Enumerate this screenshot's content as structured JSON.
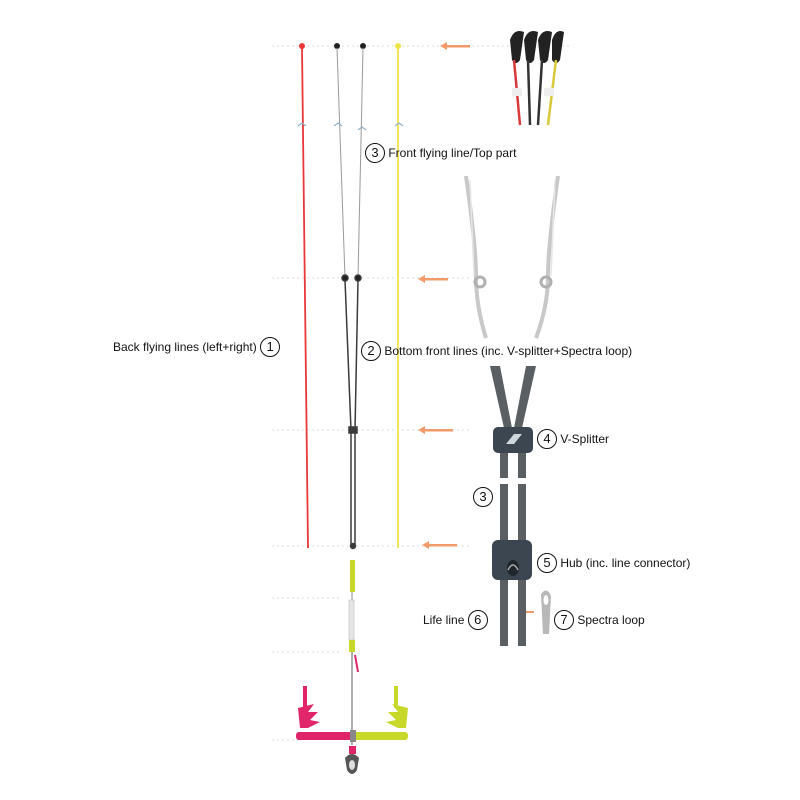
{
  "colors": {
    "back_line": "#e8383a",
    "front_line": "#9a9a9a",
    "front_bottom": "#3a3a3a",
    "safety_line": "#efe24a",
    "bar_pink": "#e0256b",
    "bar_lime": "#c8d82a",
    "guide": "#dddddd",
    "arrow": "#f39a6a",
    "component": "#3b4650",
    "strap": "#5a5f64",
    "rope": "#c8c8c8"
  },
  "labels": {
    "back_lines": {
      "number": "1",
      "text": "Back flying lines (left+right)"
    },
    "bottom_front": {
      "number": "2",
      "text": "Bottom front lines (inc. V-splitter+Spectra loop)"
    },
    "front_top": {
      "number": "3",
      "text": "Front flying line/Top part"
    },
    "middle_part": {
      "number": "3"
    },
    "v_splitter": {
      "number": "4",
      "text": "V-Splitter"
    },
    "hub": {
      "number": "5",
      "text": "Hub (inc. line connector)"
    },
    "life_line": {
      "number": "6",
      "text": "Life line"
    },
    "spectra_loop": {
      "number": "7",
      "text": "Spectra loop"
    }
  },
  "icons": [
    "line-ends-photo-icon",
    "rope-splice-icon",
    "v-splitter-icon",
    "hub-icon",
    "spectra-loop-icon",
    "bar-icon",
    "chicken-loop-icon"
  ]
}
